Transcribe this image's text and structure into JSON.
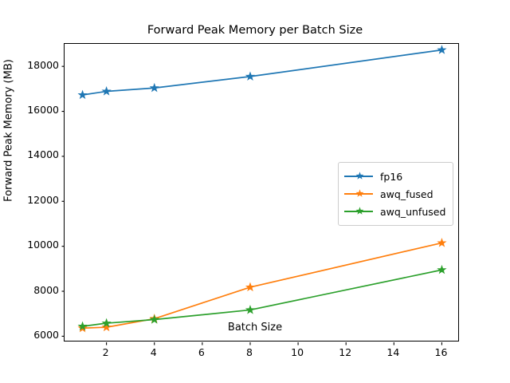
{
  "chart_data": {
    "type": "line",
    "title": "Forward Peak Memory per Batch Size",
    "xlabel": "Batch Size",
    "ylabel": "Forward Peak Memory (MB)",
    "x": [
      1,
      2,
      4,
      8,
      16
    ],
    "xlim": [
      0.25,
      16.75
    ],
    "ylim": [
      5730,
      19000
    ],
    "xticks": [
      2,
      4,
      6,
      8,
      10,
      12,
      14,
      16
    ],
    "xticklabels": [
      "2",
      "4",
      "6",
      "8",
      "10",
      "12",
      "14",
      "16"
    ],
    "yticks": [
      6000,
      8000,
      10000,
      12000,
      14000,
      16000,
      18000
    ],
    "yticklabels": [
      "6000",
      "8000",
      "10000",
      "12000",
      "14000",
      "16000",
      "18000"
    ],
    "grid": false,
    "legend_position": "center right",
    "marker": "star",
    "series": [
      {
        "name": "fp16",
        "color": "#1f77b4",
        "values": [
          16730,
          16890,
          17040,
          17550,
          18730
        ]
      },
      {
        "name": "awq_fused",
        "color": "#ff7f0e",
        "values": [
          6360,
          6400,
          6780,
          8180,
          10150
        ]
      },
      {
        "name": "awq_unfused",
        "color": "#2ca02c",
        "values": [
          6440,
          6580,
          6740,
          7170,
          8950
        ]
      }
    ]
  }
}
